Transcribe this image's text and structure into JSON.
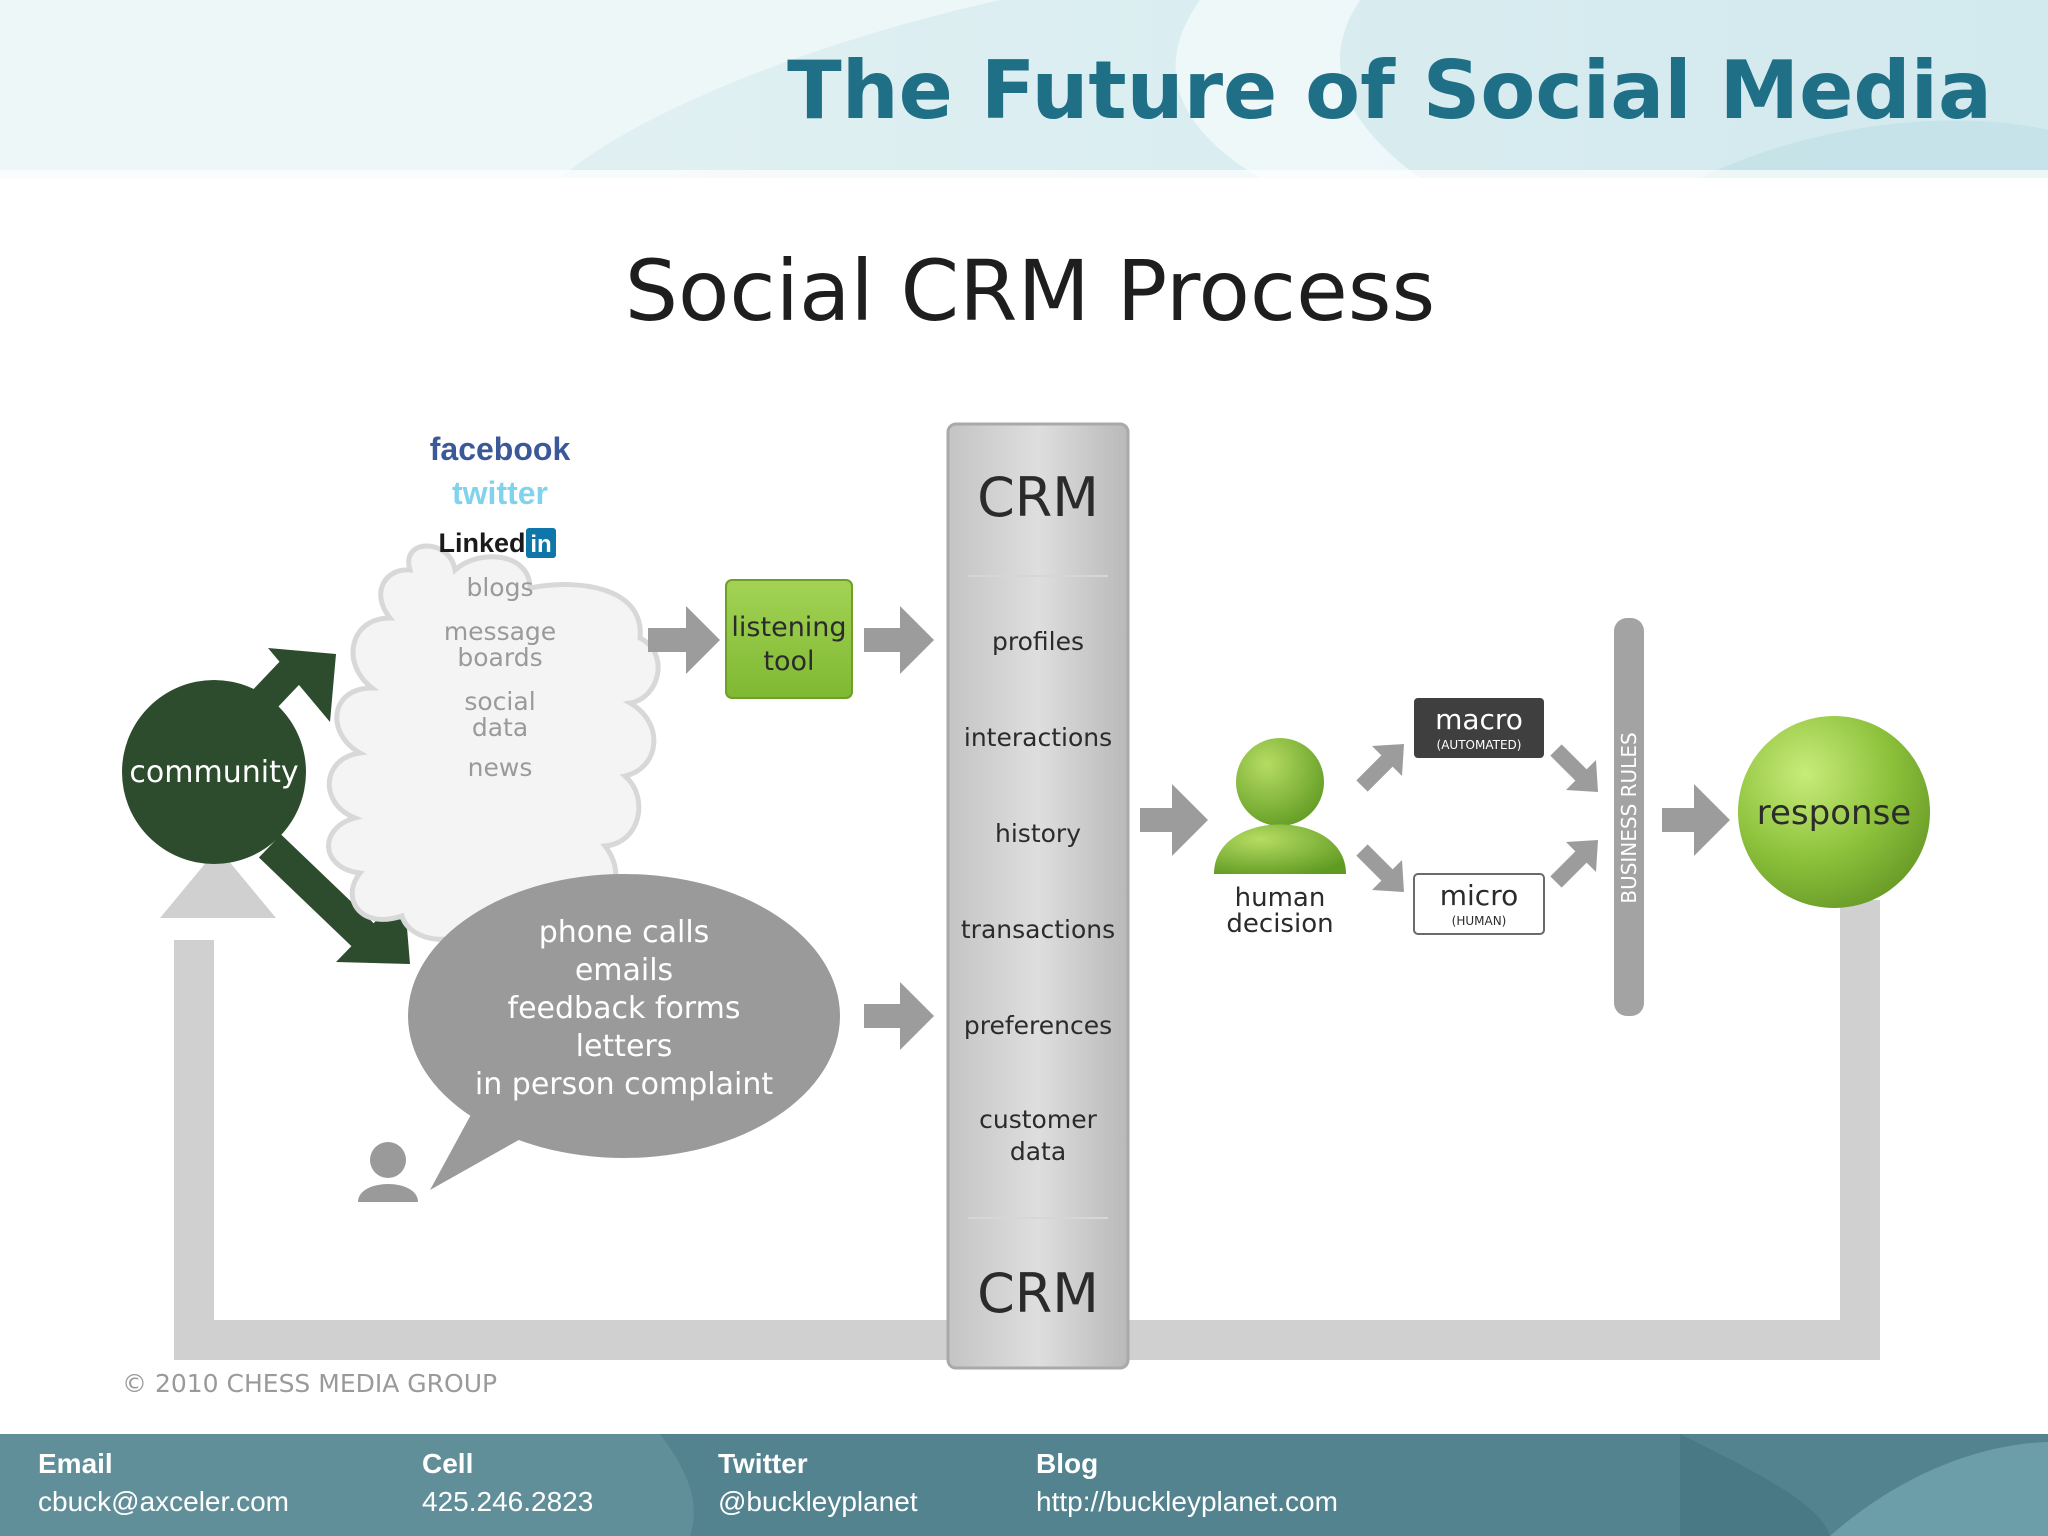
{
  "slide": {
    "title": "The Future of Social Media",
    "colors": {
      "title": "#1f6f86",
      "footer": "#4f8391",
      "header_wash": "#d8ecef"
    }
  },
  "diagram": {
    "title": "Social CRM Process",
    "community": "community",
    "social_sources": {
      "logos": [
        "facebook",
        "twitter",
        "Linked",
        "in"
      ],
      "items": [
        [
          "blogs"
        ],
        [
          "message",
          "boards"
        ],
        [
          "social",
          "data"
        ],
        [
          "news"
        ]
      ]
    },
    "listening_tool": [
      "listening",
      "tool"
    ],
    "offline_channels": [
      "phone calls",
      "emails",
      "feedback forms",
      "letters",
      "in person complaint"
    ],
    "crm": {
      "header": "CRM",
      "footer": "CRM",
      "fields": [
        [
          "profiles"
        ],
        [
          "interactions"
        ],
        [
          "history"
        ],
        [
          "transactions"
        ],
        [
          "preferences"
        ],
        [
          "customer",
          "data"
        ]
      ]
    },
    "human_decision": [
      "human",
      "decision"
    ],
    "macro": {
      "label": "macro",
      "sub": "(AUTOMATED)"
    },
    "micro": {
      "label": "micro",
      "sub": "(HUMAN)"
    },
    "business_rules": "BUSINESS RULES",
    "response": "response",
    "copyright": "© 2010 CHESS MEDIA GROUP",
    "colors": {
      "community": "#2c4a2c",
      "green": "#8cc13b",
      "listening_tool": "#8dc63f",
      "arrow_grey": "#9c9c9c",
      "loop_grey": "#cfcfcf",
      "crm_column": "#bdbdbd",
      "facebook": "#3b5998",
      "twitter": "#7fd3ec",
      "linkedin": "#0e76a8"
    }
  },
  "footer": {
    "email": {
      "label": "Email",
      "value": "cbuck@axceler.com"
    },
    "cell": {
      "label": "Cell",
      "value": "425.246.2823"
    },
    "twitter": {
      "label": "Twitter",
      "value": "@buckleyplanet"
    },
    "blog": {
      "label": "Blog",
      "value": "http://buckleyplanet.com"
    }
  }
}
